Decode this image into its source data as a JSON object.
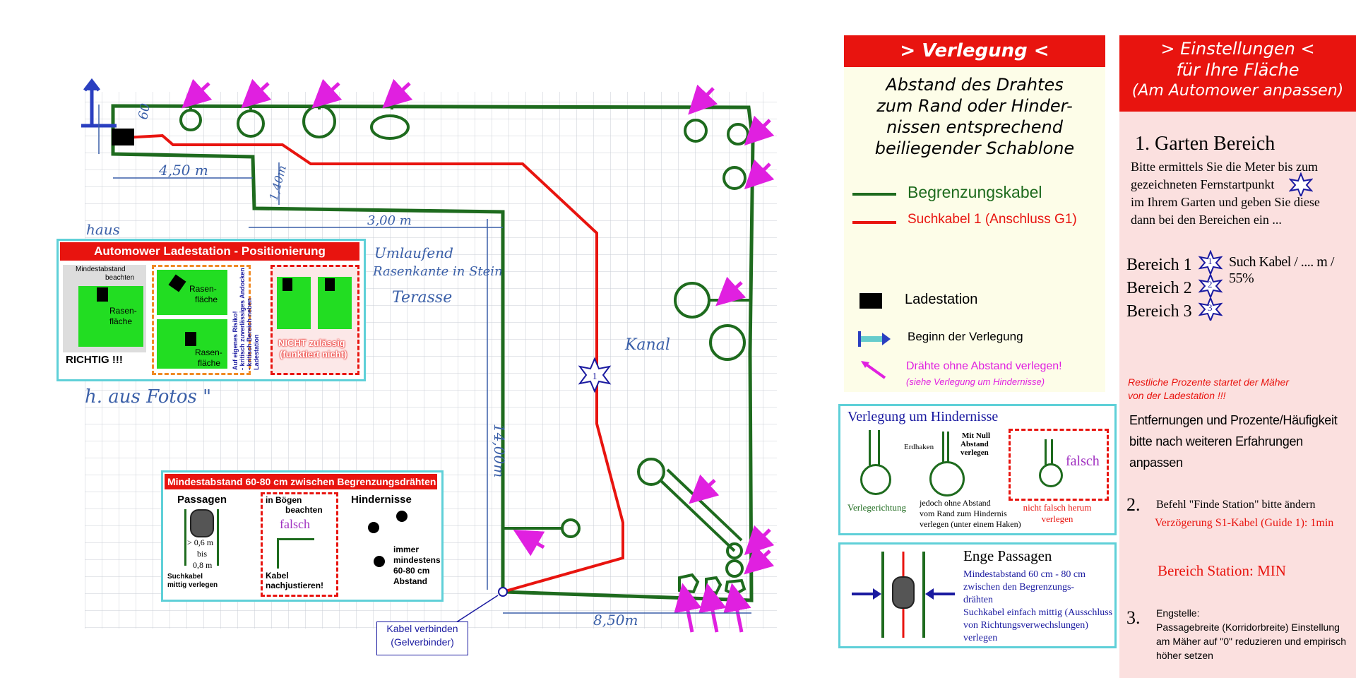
{
  "plan": {
    "handwriting": {
      "dim_60": "60",
      "dim_450": "4,50 m",
      "dim_140": "1,40m",
      "dim_300": "3,00 m",
      "dim_1400": "14,00m",
      "dim_850": "8,50m",
      "note_haus": "haus",
      "note_umlaufend": "Umlaufend",
      "note_rasenkante": "Rasenkante in Stein",
      "note_terasse": "Terasse",
      "note_kanal": "Kanal",
      "note_fotos": "h. aus Fotos \""
    },
    "star_marker": "1",
    "connector_label_1": "Kabel verbinden",
    "connector_label_2": "(Gelverbinder)"
  },
  "inset_ladestation": {
    "title": "Automower Ladestation - Positionierung",
    "min_1": "Mindestabstand",
    "min_2": "beachten",
    "rasen_1": "Rasen-",
    "rasen_2": "fläche",
    "richtig": "RICHTIG !!!",
    "rasen_b1": "Rasen-",
    "rasen_b2": "fläche",
    "rasen_c1": "Rasen-",
    "rasen_c2": "fläche",
    "vertical_1": "Auf eigenes Risiko!",
    "vertical_2": "- kritisch zuverlässiges Andocken",
    "vertical_3": "- kritisch Bereich neben Ladestation",
    "nicht_1": "NICHT zulässig",
    "nicht_2": "(funktiert nicht)"
  },
  "inset_mindest": {
    "title": "Mindestabstand 60-80 cm zwischen Begrenzungsdrähten",
    "passagen": "Passagen",
    "dist_1": "> 0,6 m",
    "dist_2": "bis",
    "dist_3": "0,8 m",
    "such_1": "Suchkabel",
    "such_2": "mittig verlegen",
    "boegen_1": "in Bögen",
    "boegen_2": "beachten",
    "falsch": "falsch",
    "kabel_1": "Kabel",
    "kabel_2": "nachjustieren!",
    "hindernisse": "Hindernisse",
    "imm_1": "immer",
    "imm_2": "mindestens",
    "imm_3": "60-80 cm",
    "imm_4": "Abstand"
  },
  "verlegung": {
    "title": "> Verlegung <",
    "desc_1": "Abstand des Drahtes",
    "desc_2": "zum Rand oder Hinder-",
    "desc_3": "nissen entsprechend",
    "desc_4": "beiliegender Schablone",
    "legend_begrenzung": "Begrenzungskabel",
    "legend_such": "Suchkabel 1 (Anschluss G1)",
    "legend_lade": "Ladestation",
    "legend_beginn": "Beginn der Verlegung",
    "legend_draehte": "Drähte ohne Abstand verlegen!",
    "legend_draehte_sub": "(siehe Verlegung um Hindernisse)",
    "colors": {
      "green": "#1e6b1e",
      "red": "#e8140f",
      "magenta": "#e020e0",
      "cyan": "#5fd0d8",
      "navy": "#1a1aa0"
    }
  },
  "hindernisse_box": {
    "title": "Verlegung um Hindernisse",
    "erdhaken": "Erdhaken",
    "null_1": "Mit Null",
    "null_2": "Abstand",
    "null_3": "verlegen",
    "falsch": "falsch",
    "verlegerichtung": "Verlegerichtung",
    "jedoch_1": "jedoch ohne Abstand",
    "jedoch_2": "vom Rand zum Hindernis",
    "jedoch_3": "verlegen (unter einem Haken)",
    "nicht_1": "nicht falsch herum",
    "nicht_2": "verlegen"
  },
  "enge_box": {
    "title": "Enge Passagen",
    "l1": "Mindestabstand 60 cm - 80 cm",
    "l2": "zwischen den Begrenzungs-",
    "l3": "drähten",
    "l4": "Suchkabel einfach mittig (Ausschluss",
    "l5": "von Richtungsverwechslungen) verlegen"
  },
  "einstellungen": {
    "title_1": "> Einstellungen <",
    "title_2": "für Ihre Fläche",
    "title_3": "(Am Automower anpassen)",
    "s1_head": "1. Garten Bereich",
    "s1_l1": "Bitte ermittels Sie die Meter bis zum",
    "s1_l2": "gezeichneten Fernstartpunkt",
    "s1_l3": "im Ihrem Garten und geben Sie diese",
    "s1_l4": "dann bei den Bereichen ein ...",
    "bereich1": "Bereich 1",
    "bereich1_val": "Such Kabel / .... m / 55%",
    "bereich2": "Bereich 2",
    "bereich3": "Bereich 3",
    "star1": "1",
    "star2": "2",
    "star3": "3",
    "rest_1": "Restliche Prozente  startet der Mäher",
    "rest_2": "von der Ladestation !!!",
    "entf_1": "Entfernungen und Prozente/Häufigkeit",
    "entf_2": "bitte nach weiteren Erfahrungen anpassen",
    "s2_num": "2.",
    "s2_l1": "Befehl \"Finde Station\" bitte ändern",
    "s2_l2": "Verzögerung S1-Kabel (Guide 1): 1min",
    "s2_station": "Bereich Station: MIN",
    "s3_num": "3.",
    "s3_l1": "Engstelle:",
    "s3_l2": "Passagebreite (Korridorbreite) Einstellung",
    "s3_l3": "am Mäher auf \"0\" reduzieren und empirisch",
    "s3_l4": "höher setzen"
  }
}
